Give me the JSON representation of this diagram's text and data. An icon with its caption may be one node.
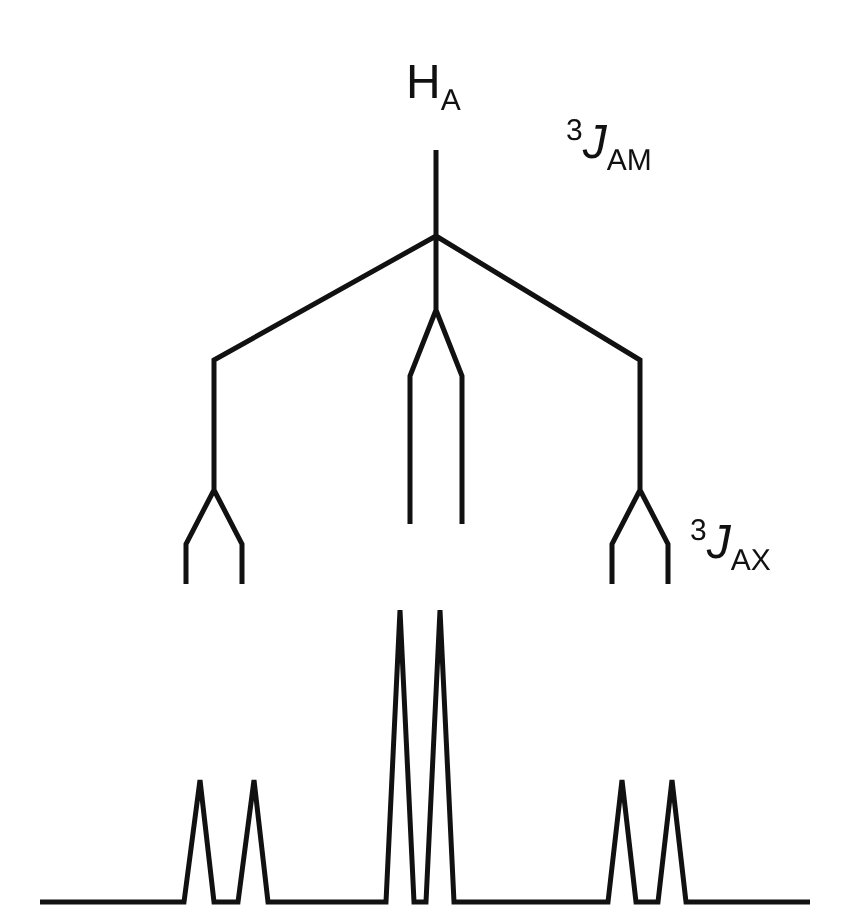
{
  "diagram": {
    "labels": [
      "H$_{A}$",
      "$^{3}$*J*$_{AM}$",
      "$^{3}$*J*$_{AX}$"
    ]
  }
}
